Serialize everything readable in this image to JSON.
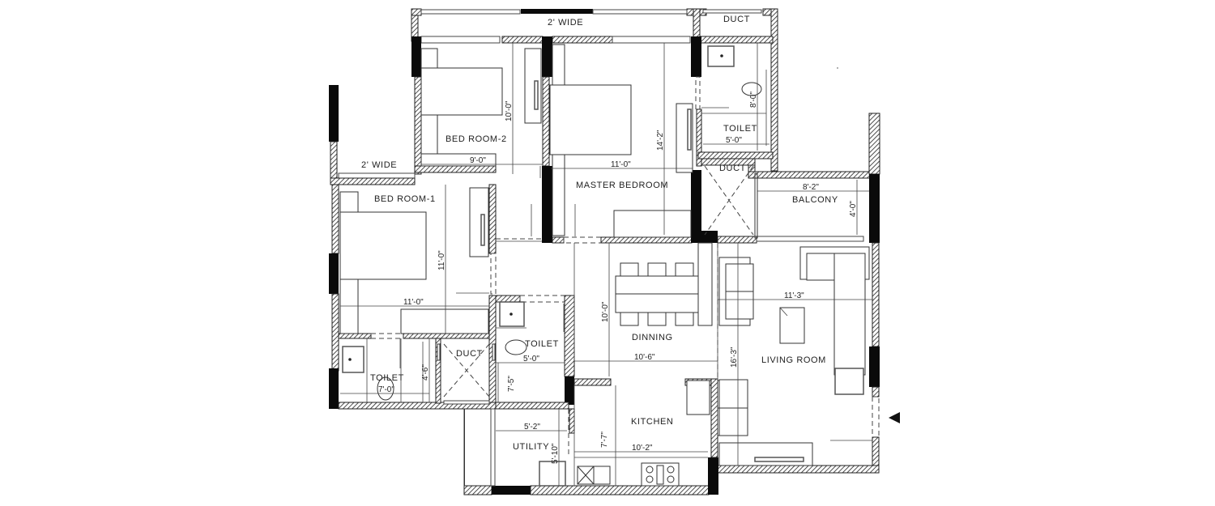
{
  "drawing": {
    "type": "residential floor plan",
    "background": "#ffffff",
    "line_color": "#222222"
  },
  "rooms": {
    "bedroom2": {
      "label": "BED ROOM-2",
      "width": "9'-0\"",
      "length": "10'-0\""
    },
    "master_bedroom": {
      "label": "MASTER BEDROOM",
      "width": "11'-0\"",
      "length": "14'-2\""
    },
    "toilet_master": {
      "label": "TOILET",
      "width": "5'-0\"",
      "length": "8'-0\""
    },
    "bedroom1": {
      "label": "BED ROOM-1",
      "width": "11'-0\"",
      "length": "11'-0\""
    },
    "toilet_bed1": {
      "label": "TOILET",
      "width": "7'-0\"",
      "length": "4'-6\""
    },
    "toilet_common": {
      "label": "TOILET",
      "width": "5'-0\"",
      "length": "7'-5\""
    },
    "dining": {
      "label": "DINNING",
      "width": "10'-6\"",
      "length": "10'-0\""
    },
    "kitchen": {
      "label": "KITCHEN",
      "width": "10'-2\"",
      "length": "7'-7\""
    },
    "utility": {
      "label": "UTILITY",
      "width": "5'-2\"",
      "length": "5'-10\""
    },
    "living_room": {
      "label": "LIVING ROOM",
      "width": "11'-3\"",
      "length": "16'-3\""
    },
    "balcony": {
      "label": "BALCONY",
      "width": "8'-2\"",
      "length": "4'-0\""
    }
  },
  "ducts": {
    "top": {
      "label": "DUCT"
    },
    "middle": {
      "label": "DUCT"
    },
    "bottom": {
      "label": "DUCT"
    }
  },
  "ledges": {
    "top": {
      "label": "2' WIDE"
    },
    "left": {
      "label": "2' WIDE"
    }
  },
  "entrance_marker": {
    "icon": "triangle-left-icon"
  }
}
